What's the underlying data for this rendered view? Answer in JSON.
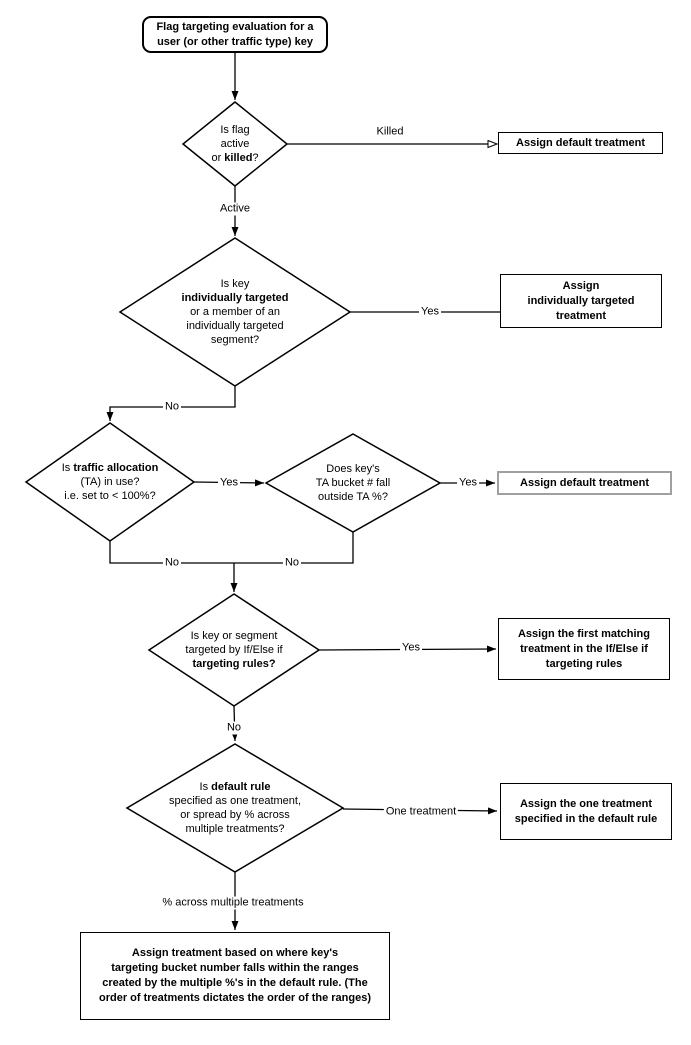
{
  "colors": {
    "background": "#ffffff",
    "line": "#000000",
    "node_border": "#000000",
    "highlight_box_border": "#a0a0a0"
  },
  "n": {
    "start": {
      "l1": "Flag targeting evaluation for a",
      "l2": "user (or other traffic type) key"
    },
    "d1": {
      "l1": "Is flag",
      "l2": "active",
      "l3a": "or ",
      "l3b": "killed",
      "l3c": "?"
    },
    "box1": {
      "l1": "Assign default treatment"
    },
    "d2": {
      "l1": "Is key",
      "l2": "individually targeted",
      "l3": "or a member of an",
      "l4": "individually targeted",
      "l5": "segment?"
    },
    "box2": {
      "l1": "Assign",
      "l2": "individually targeted",
      "l3": "treatment"
    },
    "d3": {
      "l1a": "Is ",
      "l1b": "traffic allocation",
      "l2": "(TA) in use?",
      "l3": "i.e. set to < 100%?"
    },
    "d4": {
      "l1": "Does key's",
      "l2": "TA bucket # fall",
      "l3": "outside TA %?"
    },
    "box3": {
      "l1": "Assign default treatment"
    },
    "d5": {
      "l1": "Is key or segment",
      "l2": "targeted by If/Else if",
      "l3": "targeting rules?"
    },
    "box4": {
      "l1": "Assign the first matching",
      "l2": "treatment in the If/Else if",
      "l3": "targeting rules"
    },
    "d6": {
      "l1a": "Is ",
      "l1b": "default rule",
      "l2": "specified as one treatment,",
      "l3": "or spread by % across",
      "l4": "multiple treatments?"
    },
    "box5": {
      "l1": "Assign the one treatment",
      "l2": "specified in the default rule"
    },
    "box6": {
      "l1": "Assign treatment based on where key's",
      "l2": "targeting bucket number falls within the ranges",
      "l3": "created by the multiple %'s in the default rule. (The",
      "l4": "order of treatments dictates the order of the ranges)"
    }
  },
  "lbl": {
    "killed": "Killed",
    "active": "Active",
    "yes_individual": "Yes",
    "no_individual": "No",
    "yes_ta": "Yes",
    "yes_bucket": "Yes",
    "no_ta": "No",
    "no_bucket": "No",
    "yes_rules": "Yes",
    "no_rules": "No",
    "one_treatment": "One treatment",
    "pct_across": "% across multiple treatments"
  }
}
